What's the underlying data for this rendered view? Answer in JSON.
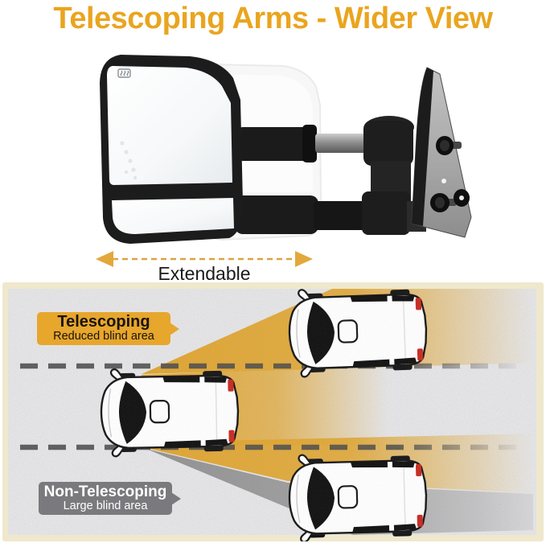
{
  "title": {
    "text": "Telescoping Arms - Wider View",
    "color": "#E9A51F"
  },
  "product": {
    "extendable_label": "Extendable",
    "arrow_color": "#E2A83C",
    "mirror_housing_color": "#1c1c1c"
  },
  "diagram": {
    "panel_bg": "#E8E8EA",
    "frame_color": "#EFE8CD",
    "lane_dash_color": "#4A4A4A",
    "wide_view_beam_color": "#DFA42F",
    "narrow_view_beam_color": "#8F8F90",
    "telescoping_badge": {
      "label": "Telescoping",
      "sublabel": "Reduced blind area",
      "bg": "#E7A62C",
      "text_color": "#171310"
    },
    "non_telescoping_badge": {
      "label": "Non-Telescoping",
      "sublabel": "Large blind area",
      "bg": "#7A797D",
      "text_color": "#FFFFFF"
    }
  }
}
